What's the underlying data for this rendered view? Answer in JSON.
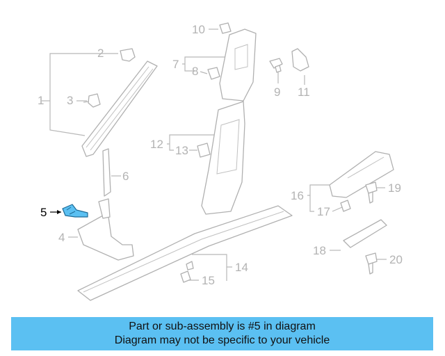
{
  "diagram": {
    "callouts": [
      {
        "id": "1",
        "label": "1"
      },
      {
        "id": "2",
        "label": "2"
      },
      {
        "id": "3",
        "label": "3"
      },
      {
        "id": "4",
        "label": "4"
      },
      {
        "id": "5",
        "label": "5",
        "highlighted": true
      },
      {
        "id": "6",
        "label": "6"
      },
      {
        "id": "7",
        "label": "7"
      },
      {
        "id": "8",
        "label": "8"
      },
      {
        "id": "9",
        "label": "9"
      },
      {
        "id": "10",
        "label": "10"
      },
      {
        "id": "11",
        "label": "11"
      },
      {
        "id": "12",
        "label": "12"
      },
      {
        "id": "13",
        "label": "13"
      },
      {
        "id": "14",
        "label": "14"
      },
      {
        "id": "15",
        "label": "15"
      },
      {
        "id": "16",
        "label": "16"
      },
      {
        "id": "17",
        "label": "17"
      },
      {
        "id": "18",
        "label": "18"
      },
      {
        "id": "19",
        "label": "19"
      },
      {
        "id": "20",
        "label": "20"
      }
    ],
    "highlight_color": "#5bc0f2",
    "callout_color": "#b3b3b3",
    "active_callout_color": "#000000"
  },
  "banner": {
    "line1": "Part or sub-assembly is #5 in diagram",
    "line2": "Diagram may not be specific to your vehicle",
    "background": "#5bc0f2"
  }
}
